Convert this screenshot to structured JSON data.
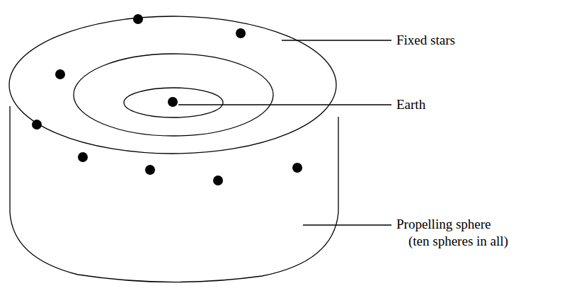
{
  "diagram": {
    "labels": [
      "Fixed stars",
      "Earth",
      "Propelling sphere",
      "(ten spheres in all)"
    ]
  }
}
